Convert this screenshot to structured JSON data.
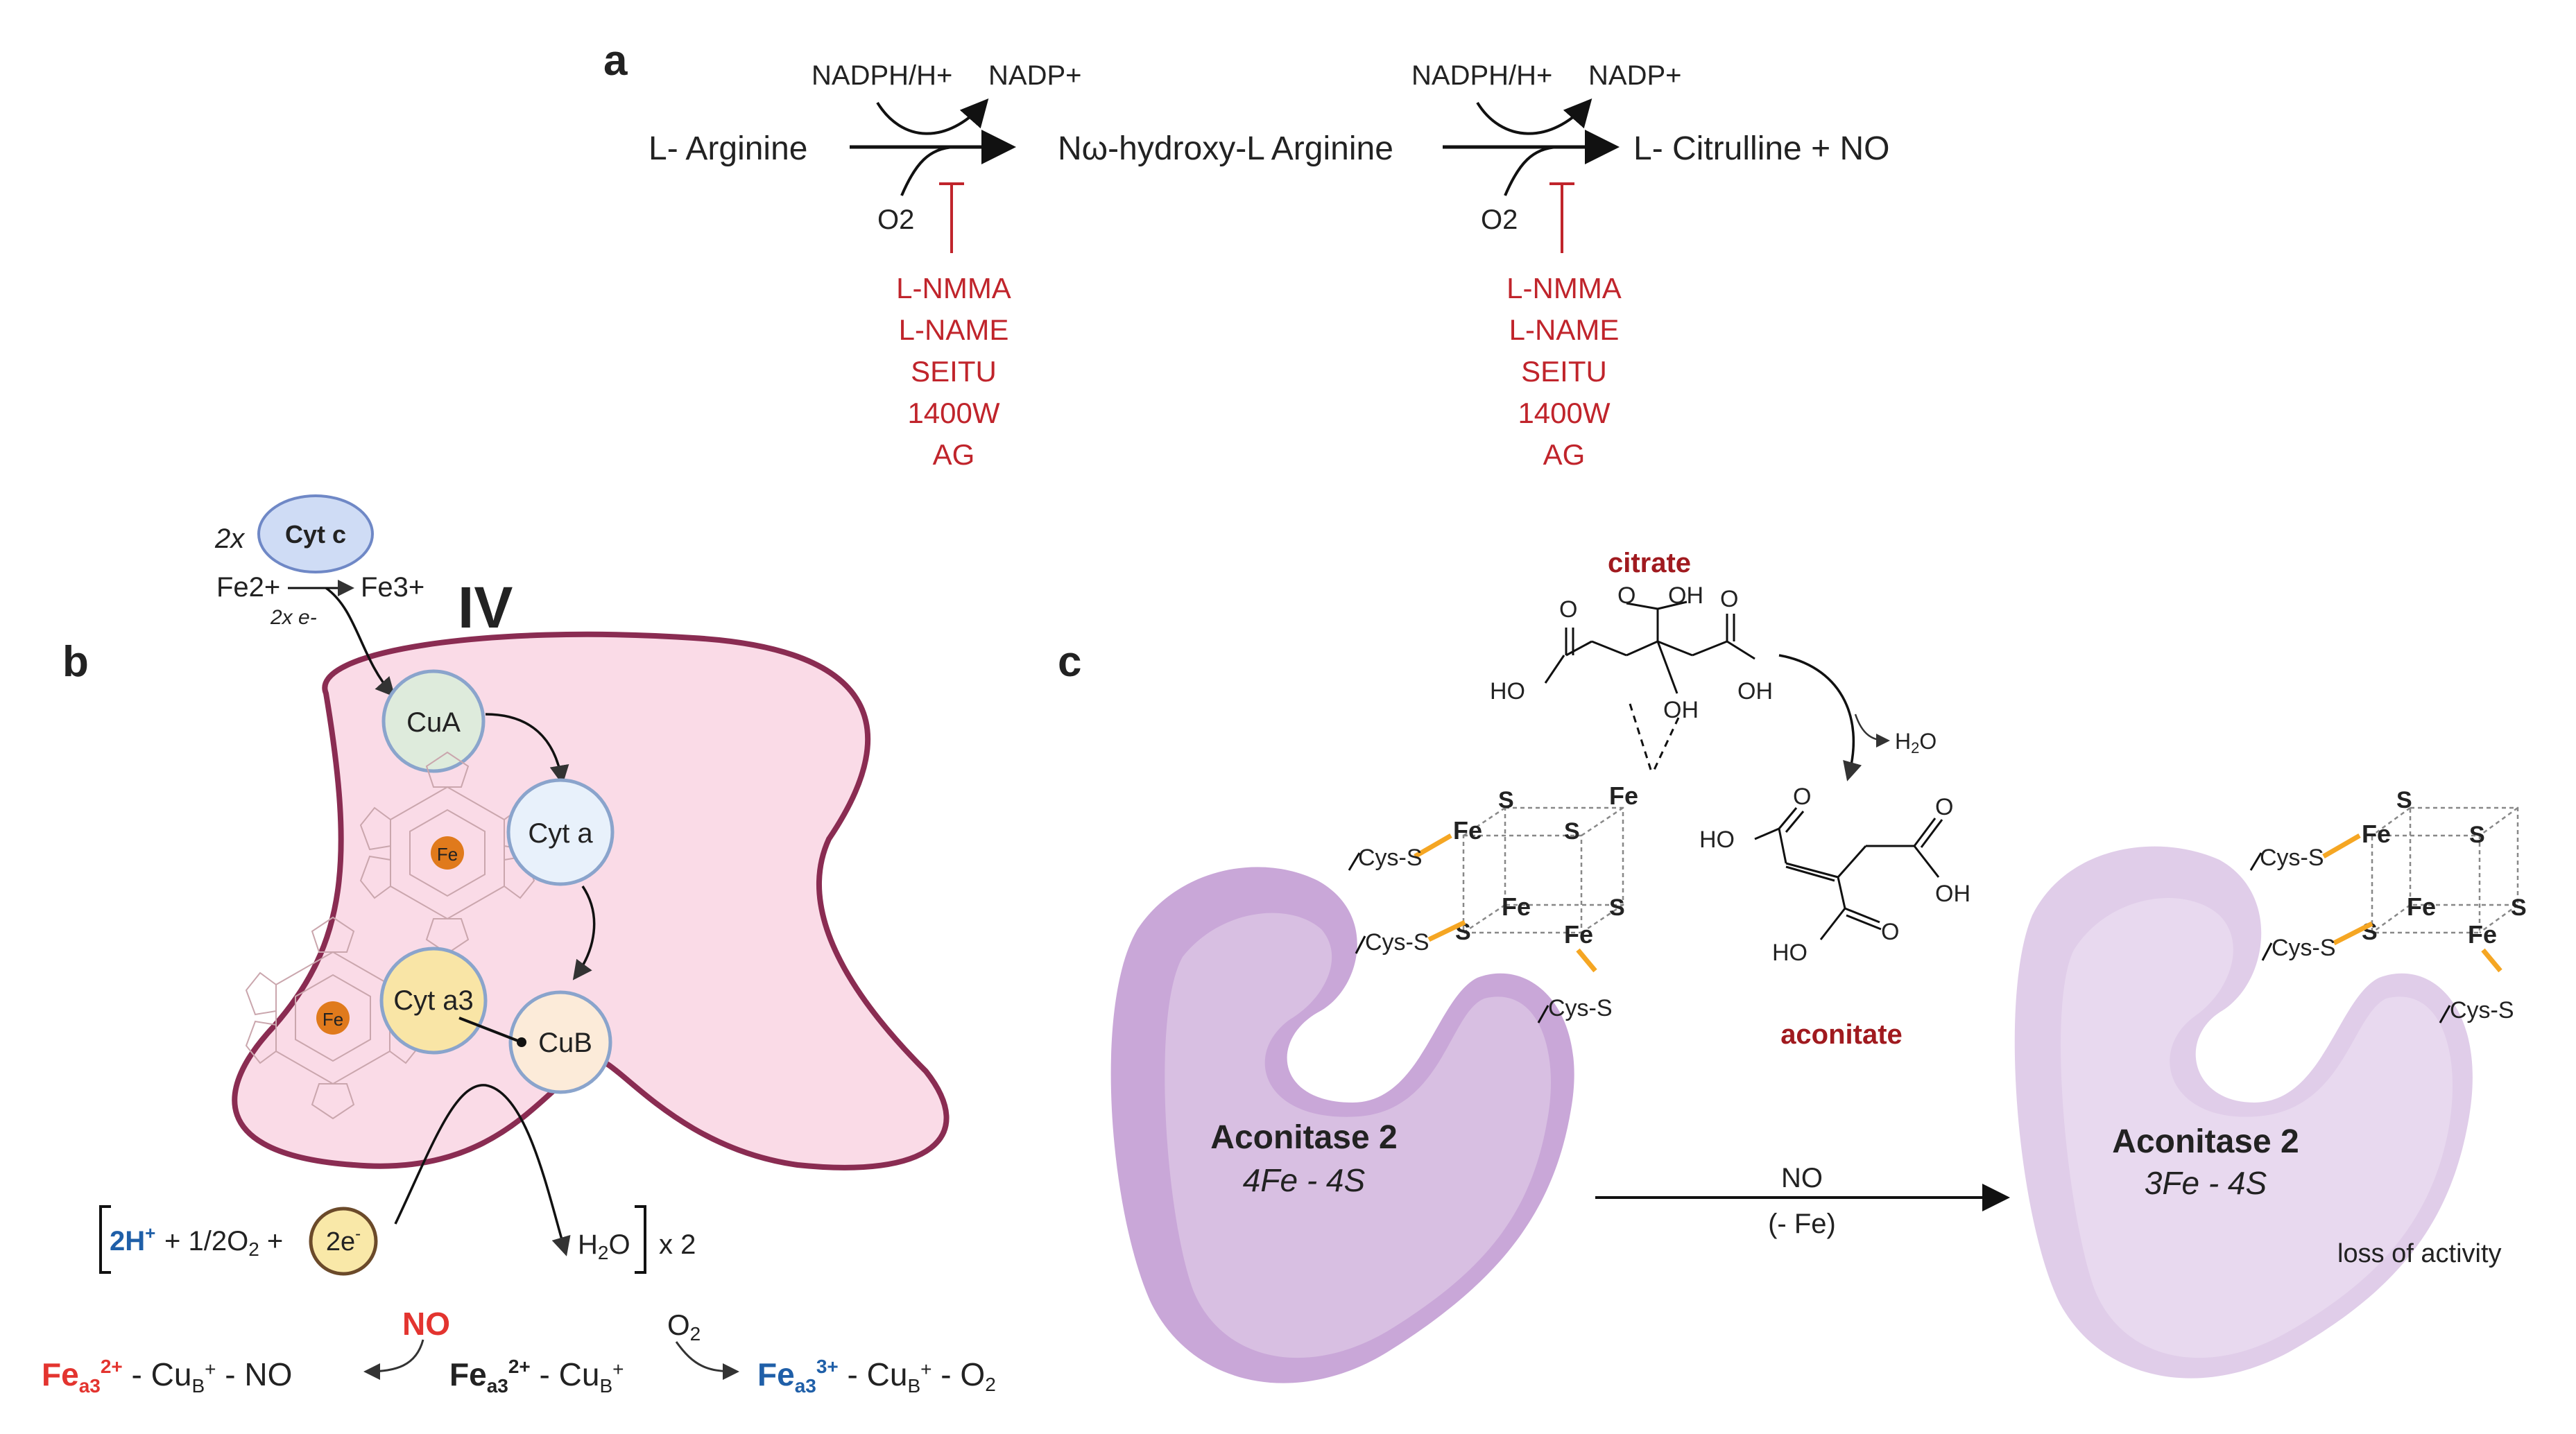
{
  "colors": {
    "inhibitor_red": "#c0242b",
    "panel_label_red": "#a01a1f",
    "no_red": "#e3342f",
    "blue": "#1f5fa8",
    "complex_fill": "#fadbe7",
    "complex_stroke": "#8a2c52",
    "protein_purple": "#c9a7d8",
    "protein_light": "#e0cde9",
    "bond_orange": "#f5a623"
  },
  "panel_a": {
    "label": "a",
    "substrate": "L- Arginine",
    "intermediate": "Nω-hydroxy-L Arginine",
    "product": "L- Citrulline + NO",
    "cofactor_in": "NADPH/H+",
    "cofactor_out": "NADP+",
    "oxygen": "O2",
    "inhibitors": [
      "L-NMMA",
      "L-NAME",
      "SEITU",
      "1400W",
      "AG"
    ]
  },
  "panel_b": {
    "label": "b",
    "complex_label": "IV",
    "multiplier": "2x",
    "cyt_c": "Cyt c",
    "fe2": "Fe2+",
    "fe3": "Fe3+",
    "electrons": "2x e-",
    "cu_a": "CuA",
    "cyt_a": "Cyt a",
    "cyt_a3": "Cyt a3",
    "cu_b": "CuB",
    "heme_fe": "Fe",
    "reactants": "2H+ + 1/2O2 +",
    "two_e": "2e-",
    "water": "H2O",
    "times_two": "x 2",
    "no_label": "NO",
    "o2_label": "O2",
    "state_no": "Fea32+ - CuB+ - NO",
    "state_center": "Fea32+ - CuB+",
    "state_o2": "Fea33+ - CuB+ - O2"
  },
  "panel_c": {
    "label": "c",
    "citrate": "citrate",
    "aconitate": "aconitate",
    "water": "H2O",
    "oh": "OH",
    "ho": "HO",
    "o": "O",
    "fe": "Fe",
    "s": "S",
    "cys_s": "Cys-S",
    "enzyme_left_name": "Aconitase 2",
    "enzyme_left_cluster": "4Fe - 4S",
    "enzyme_right_name": "Aconitase 2",
    "enzyme_right_cluster": "3Fe - 4S",
    "arrow_top": "NO",
    "arrow_bottom": "(- Fe)",
    "loss": "loss of activity"
  }
}
